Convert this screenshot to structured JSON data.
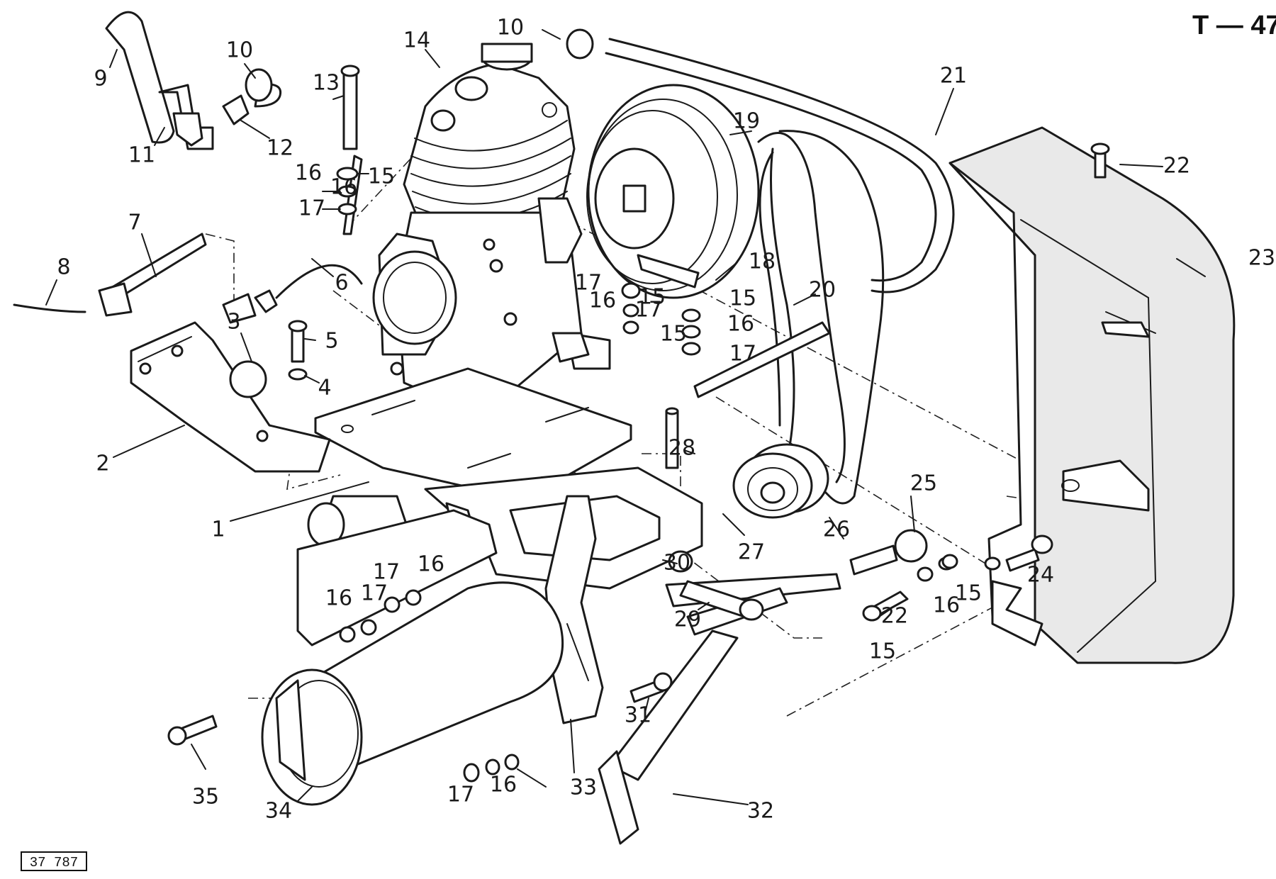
{
  "sheet": {
    "code": "T — 47",
    "drawing_number": "37 787"
  },
  "callouts": [
    "1",
    "2",
    "3",
    "4",
    "5",
    "6",
    "7",
    "8",
    "9",
    "10",
    "10",
    "11",
    "12",
    "13",
    "14",
    "15",
    "15",
    "15",
    "15",
    "15",
    "15",
    "16",
    "16",
    "16",
    "16",
    "16",
    "16",
    "16",
    "16",
    "17",
    "17",
    "17",
    "17",
    "17",
    "17",
    "17",
    "18",
    "19",
    "20",
    "21",
    "22",
    "22",
    "23",
    "24",
    "25",
    "26",
    "27",
    "28",
    "29",
    "30",
    "31",
    "32",
    "33",
    "34",
    "35"
  ]
}
